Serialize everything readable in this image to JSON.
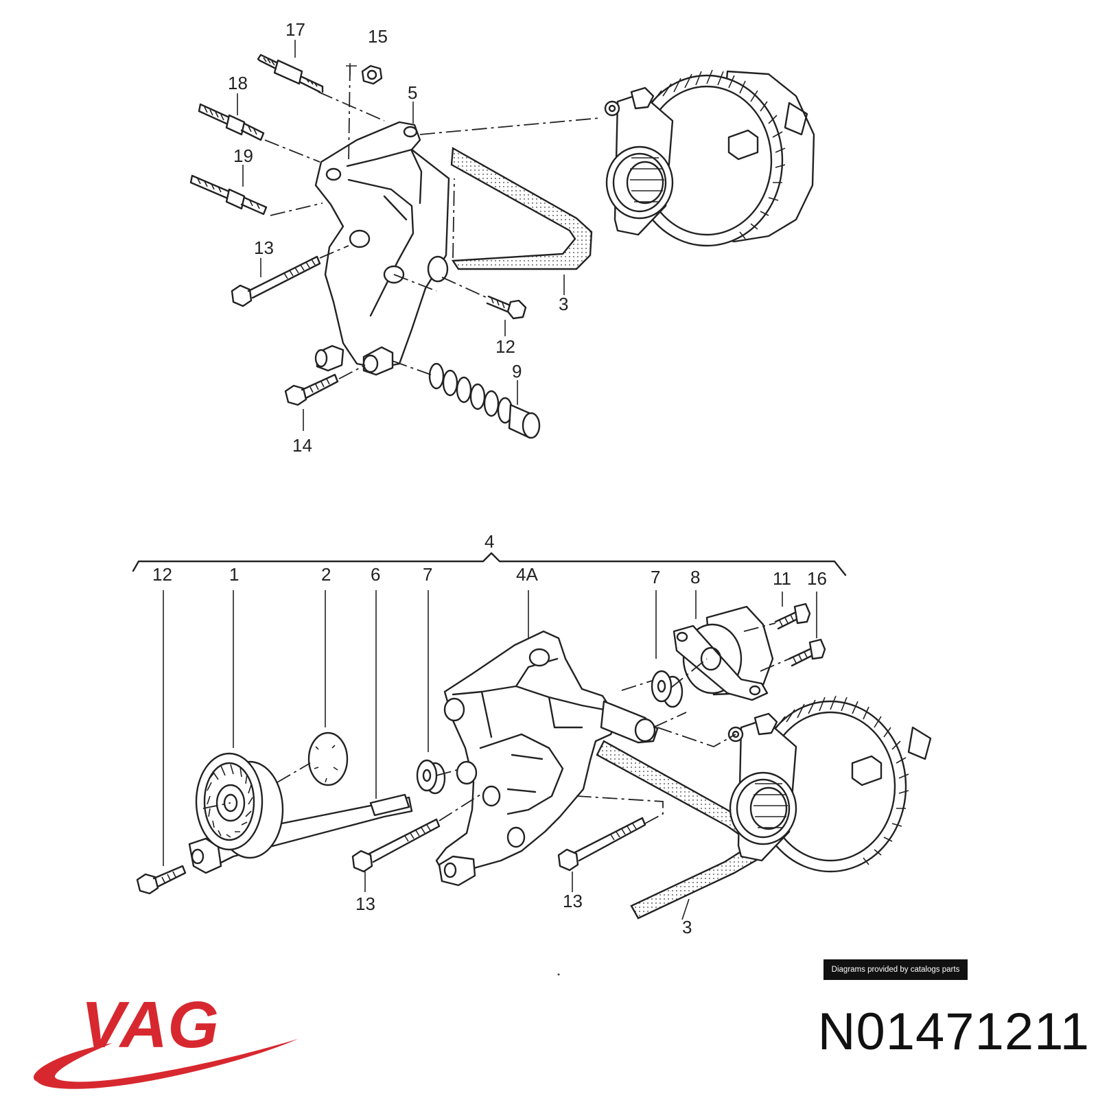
{
  "diagram": {
    "upper_callouts": {
      "c17": "17",
      "c15": "15",
      "c5": "5",
      "c18": "18",
      "c19": "19",
      "c13": "13",
      "c3": "3",
      "c12": "12",
      "c9": "9",
      "c14": "14"
    },
    "lower_callouts": {
      "c4": "4",
      "c12": "12",
      "c1": "1",
      "c2": "2",
      "c6": "6",
      "c7a": "7",
      "c4a": "4A",
      "c7b": "7",
      "c8": "8",
      "c11": "11",
      "c16": "16",
      "c13a": "13",
      "c13b": "13",
      "c3": "3"
    }
  },
  "banner": {
    "text": "Diagrams provided by catalogs parts"
  },
  "brand": {
    "logo_text": "VAG",
    "color": "#d7282f"
  },
  "part_number": "N01471211"
}
